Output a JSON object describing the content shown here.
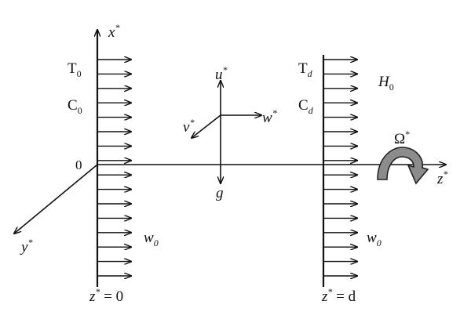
{
  "labels": {
    "x_axis_base": "x",
    "x_axis_sup": "*",
    "y_axis_base": "y",
    "y_axis_sup": "*",
    "z_axis_base": "z",
    "z_axis_sup": "*",
    "origin": "0",
    "T0_base": "T",
    "T0_sub": "0",
    "C0_base": "C",
    "C0_sub": "0",
    "Td_base": "T",
    "Td_sub": "d",
    "Cd_base": "C",
    "Cd_sub": "d",
    "H0_base": "H",
    "H0_sub": "0",
    "u_base": "u",
    "u_sup": "*",
    "v_base": "v",
    "v_sup": "*",
    "w_base": "w",
    "w_sup": "*",
    "g": "g",
    "omega_base": "Ω",
    "omega_sup": "*",
    "w0_left_base": "w",
    "w0_left_sub": "0",
    "w0_right_base": "w",
    "w0_right_sub": "0",
    "left_wall_z": "z",
    "left_wall_sup": "*",
    "left_wall_eq": " = 0",
    "right_wall_z": "z",
    "right_wall_sup": "*",
    "right_wall_eq": " = d"
  },
  "colors": {
    "stroke": "#111111",
    "rotation_arrow_fill": "#8c8c8c",
    "rotation_arrow_stroke": "#222222"
  },
  "left_arrow_count": 16,
  "right_arrow_count": 16
}
